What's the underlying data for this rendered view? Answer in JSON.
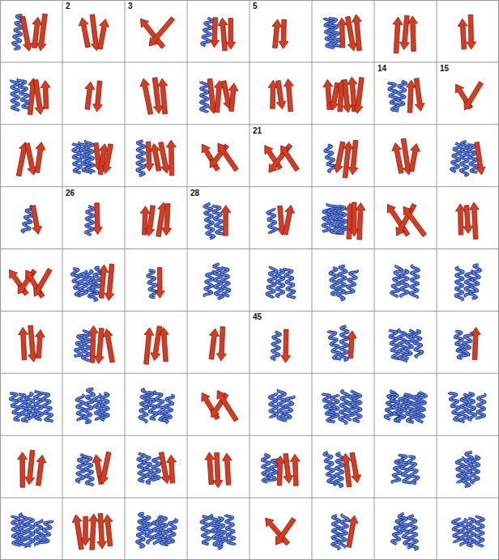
{
  "diagram": {
    "labels": [
      "2",
      "3",
      "5",
      "14",
      "15",
      "21",
      "26",
      "28",
      "45"
    ]
  }
}
